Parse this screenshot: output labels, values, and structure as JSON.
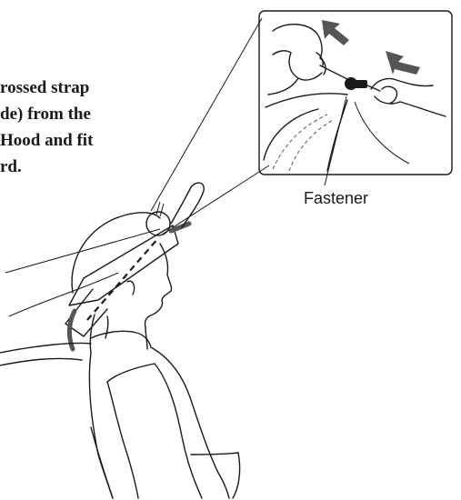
{
  "instruction": {
    "lines": [
      "rossed strap",
      "de) from the",
      "Hood and fit",
      "rd."
    ]
  },
  "labels": {
    "fastener": "Fastener"
  },
  "colors": {
    "line": "#1a1a1a",
    "strap_gray": "#555555",
    "background": "#ffffff"
  },
  "icons": {
    "arrow_up_left": "arrow-up-left-icon",
    "arrow_right": "arrow-right-icon"
  }
}
